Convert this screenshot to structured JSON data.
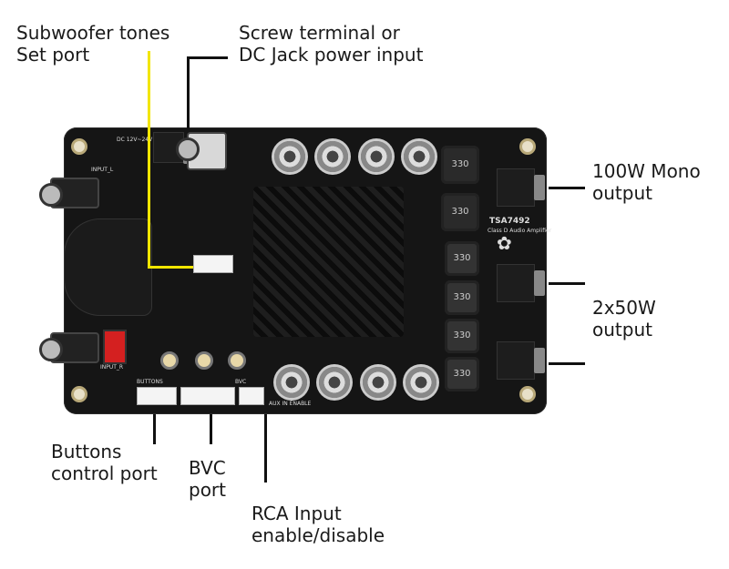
{
  "labels": {
    "subwoofer": [
      "Subwoofer tones",
      "Set port"
    ],
    "power_input": [
      "Screw terminal or",
      "DC Jack power input"
    ],
    "mono_output": [
      "100W Mono",
      "output"
    ],
    "stereo_output": [
      "2x50W",
      "output"
    ],
    "buttons_port": [
      "Buttons",
      "control port"
    ],
    "bvc_port": [
      "BVC",
      "port"
    ],
    "rca_enable": [
      "RCA Input",
      "enable/disable"
    ]
  },
  "board": {
    "chip_name": "TSA7492",
    "chip_subtitle": "Class D Audio Amplifier",
    "inductor_value": "330",
    "silk_buttons": "BUTTONS",
    "silk_bvc": "BVC",
    "silk_aux": "AUX IN ENABLE",
    "silk_input_r": "INPUT_R",
    "silk_input_l": "INPUT_L",
    "silk_dc": "DC 12V~24V"
  },
  "colors": {
    "leader_line": "#111111",
    "highlight_line": "#f2e600",
    "board": "#151515"
  }
}
